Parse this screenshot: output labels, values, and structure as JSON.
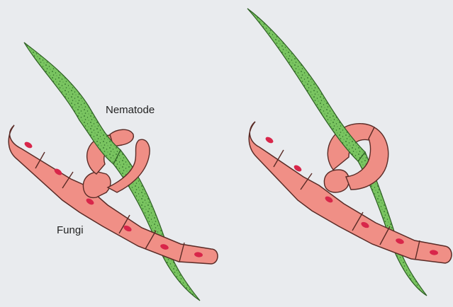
{
  "labels": {
    "nematode": "Nematode",
    "fungi": "Fungi"
  },
  "colors": {
    "background": "#e9ebee",
    "hypha_fill": "#f08f86",
    "hypha_stroke": "#5a2b26",
    "nucleus": "#d8264a",
    "ring_fill": "#ef8e85",
    "nematode_fill": "#79c460",
    "nematode_stroke": "#2f5f25",
    "nematode_speckle": "#2f6d2a"
  },
  "panels": [
    {
      "state": "open constricting ring"
    },
    {
      "state": "closed constricting ring"
    }
  ]
}
